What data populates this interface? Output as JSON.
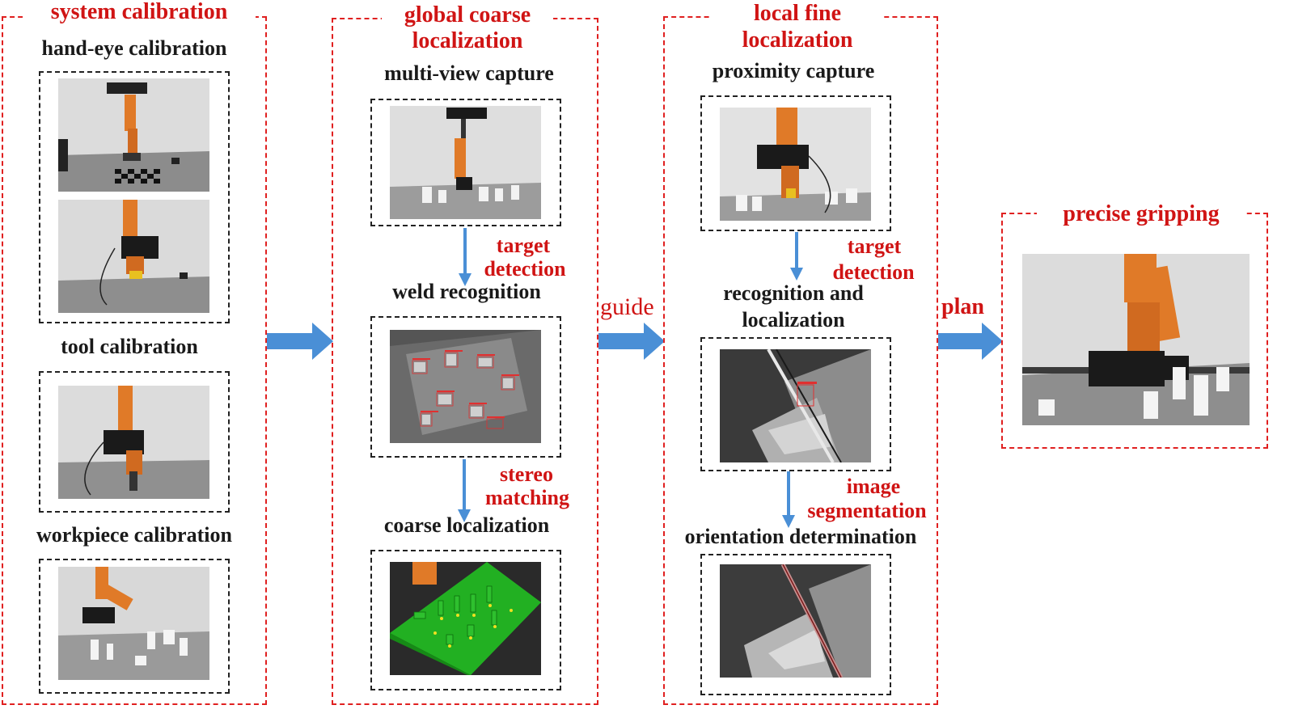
{
  "stages": {
    "system_calibration": {
      "title": "system calibration",
      "hand_eye": "hand-eye calibration",
      "tool": "tool calibration",
      "workpiece": "workpiece calibration"
    },
    "global_coarse": {
      "title_line1": "global coarse",
      "title_line2": "localization",
      "multi_view": "multi-view capture",
      "target_detection_1": "target",
      "target_detection_2": "detection",
      "weld_recognition": "weld recognition",
      "stereo_1": "stereo",
      "stereo_2": "matching",
      "coarse_localization": "coarse localization"
    },
    "local_fine": {
      "title_line1": "local fine",
      "title_line2": "localization",
      "proximity": "proximity capture",
      "target_detection_1": "target",
      "target_detection_2": "detection",
      "recog_line1": "recognition and",
      "recog_line2": "localization",
      "seg_1": "image",
      "seg_2": "segmentation",
      "orientation": "orientation determination"
    },
    "precise_gripping": {
      "title": "precise gripping"
    }
  },
  "connectors": {
    "guide": "guide",
    "plan": "plan"
  },
  "colors": {
    "stage_border": "#e02020",
    "label_red": "#d01414",
    "arrow_blue": "#4a8fd6",
    "robot_orange": "#e07a28",
    "mesh_green": "#22b022"
  }
}
